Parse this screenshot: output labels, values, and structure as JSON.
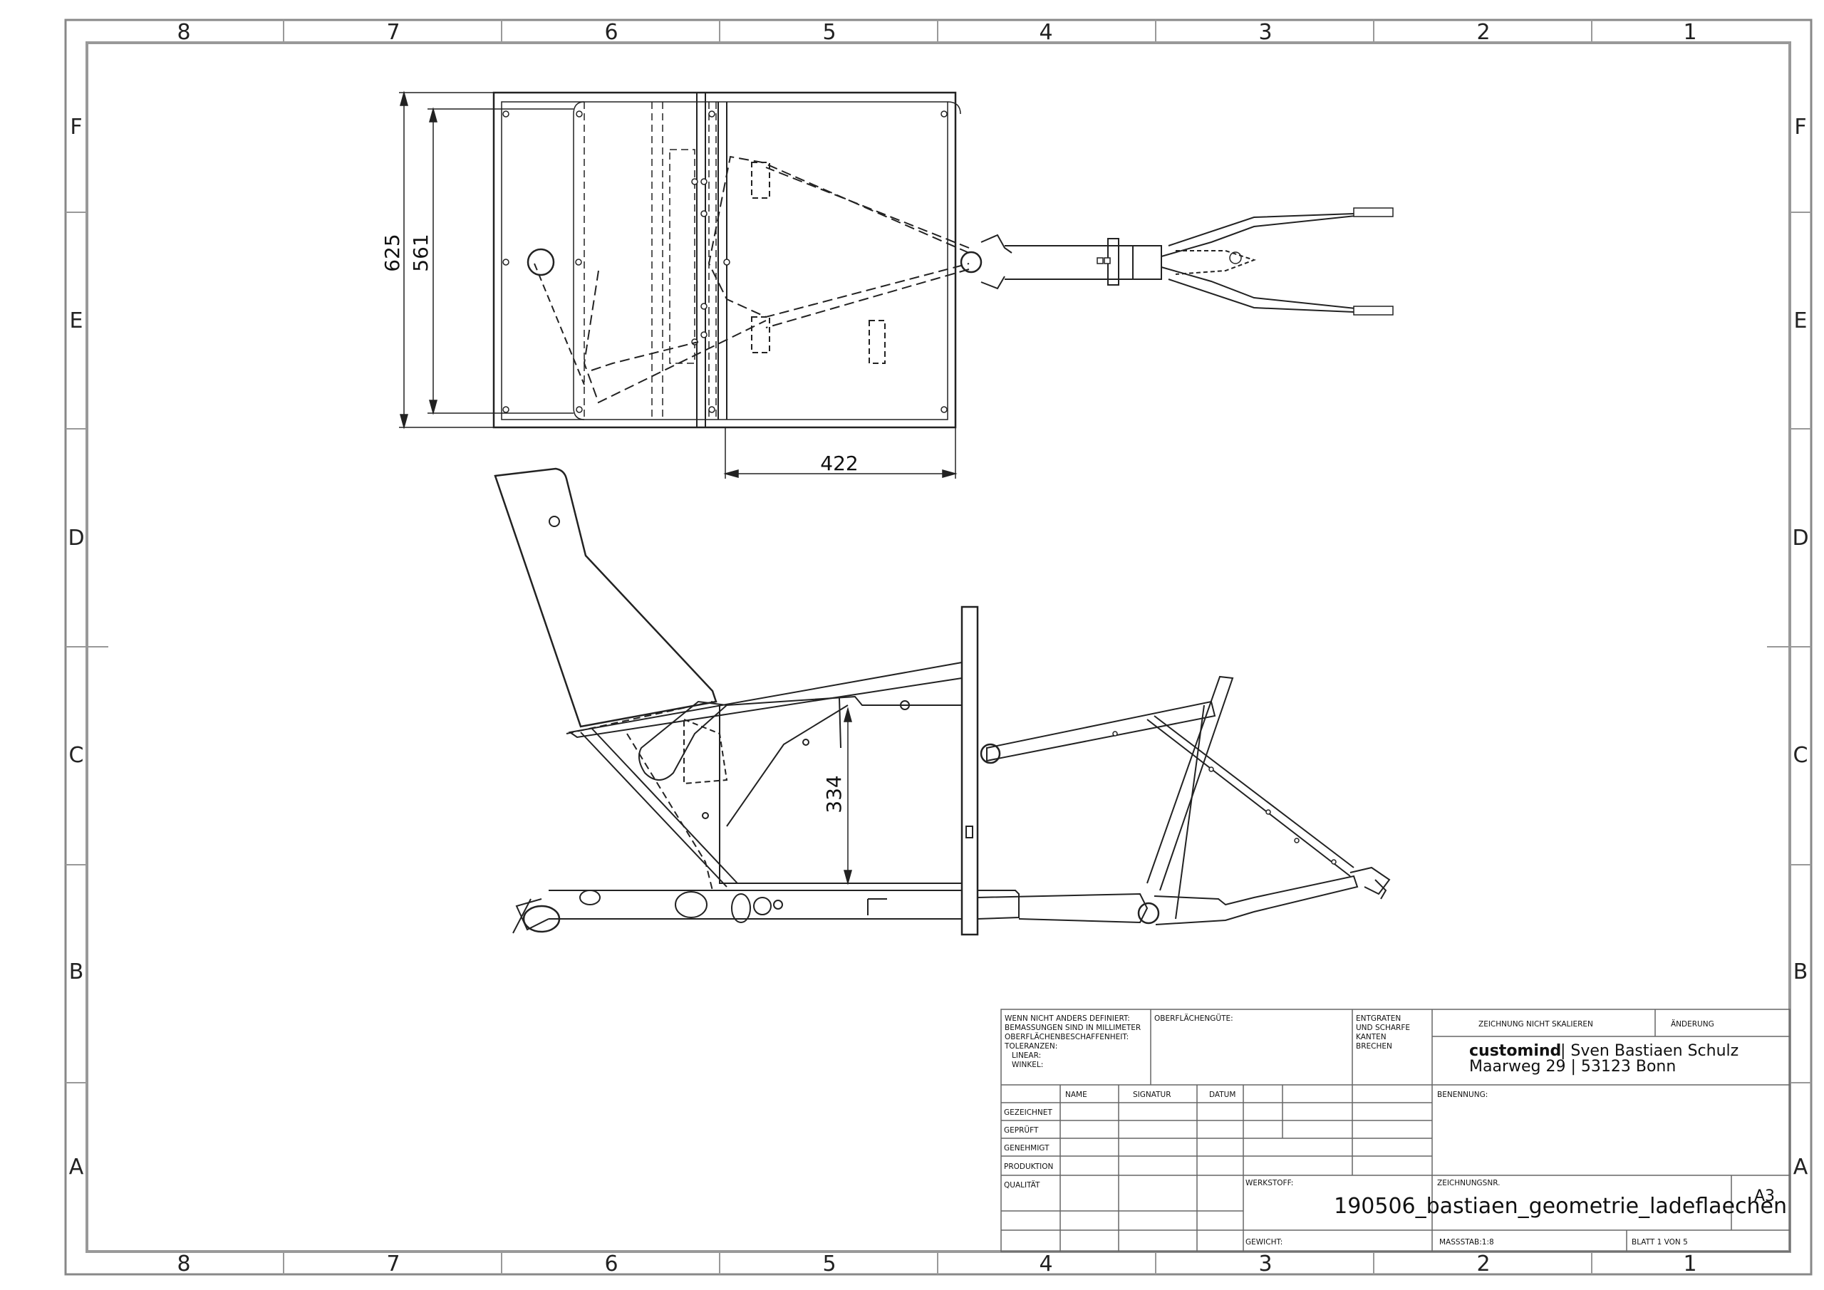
{
  "zones": {
    "columns": [
      "8",
      "7",
      "6",
      "5",
      "4",
      "3",
      "2",
      "1"
    ],
    "rows": [
      "F",
      "E",
      "D",
      "C",
      "B",
      "A"
    ]
  },
  "dimensions": {
    "top_outer_width": "625",
    "top_inner_width": "561",
    "top_bottom_length": "422",
    "side_height": "334"
  },
  "title_block": {
    "general_notes": [
      "WENN NICHT ANDERS DEFINIERT:",
      "BEMASSUNGEN SIND IN MILLIMETER",
      "OBERFLÄCHENBESCHAFFENHEIT:",
      "TOLERANZEN:",
      "LINEAR:",
      "WINKEL:"
    ],
    "surface_finish_label": "OBERFLÄCHENGÜTE:",
    "deburr_note": [
      "ENTGRATEN",
      "UND SCHARFE",
      "KANTEN",
      "BRECHEN"
    ],
    "no_scale": "ZEICHNUNG NICHT SKALIEREN",
    "revision_label": "ÄNDERUNG",
    "company_bold": "customind",
    "company_rest": "| Sven Bastiaen Schulz",
    "address": "Maarweg 29  |  53123 Bonn",
    "col_name": "NAME",
    "col_signature": "SIGNATUR",
    "col_date": "DATUM",
    "rows": [
      "GEZEICHNET",
      "GEPRÜFT",
      "GENEHMIGT",
      "PRODUKTION",
      "QUALITÄT"
    ],
    "designation_label": "BENENNUNG:",
    "material_label": "WERKSTOFF:",
    "drawing_no_label": "ZEICHNUNGSNR.",
    "drawing_no": "190506_bastiaen_geometrie_ladeflaechen",
    "sheet_size": "A3",
    "weight_label": "GEWICHT:",
    "scale": "MASSSTAB:1:8",
    "sheet": "BLATT 1 VON 5"
  }
}
